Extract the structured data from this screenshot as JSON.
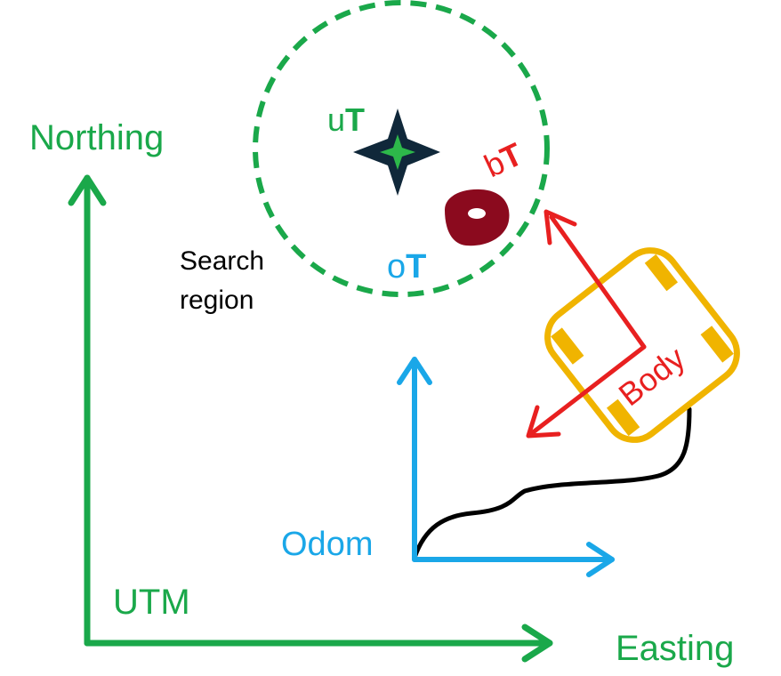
{
  "colors": {
    "utm": "#1aa84a",
    "odom": "#1aa7e8",
    "body": "#e82020",
    "vehicle": "#f0b400",
    "target": "#8b0a1e",
    "star": "#10283a",
    "path": "#000000",
    "search_region": "#1aa84a"
  },
  "utm": {
    "frame_label": "UTM",
    "north_label": "Northing",
    "east_label": "Easting"
  },
  "odom": {
    "frame_label": "Odom"
  },
  "body": {
    "frame_label": "Body"
  },
  "search": {
    "label_line1": "Search",
    "label_line2": "region"
  },
  "targets": {
    "u_prefix": "u",
    "o_prefix": "o",
    "b_prefix": "b",
    "symbol": "T"
  },
  "icons": {
    "target_marker": "four-point-star-icon",
    "object": "ring-object-icon",
    "vehicle": "robot-vehicle-icon"
  }
}
